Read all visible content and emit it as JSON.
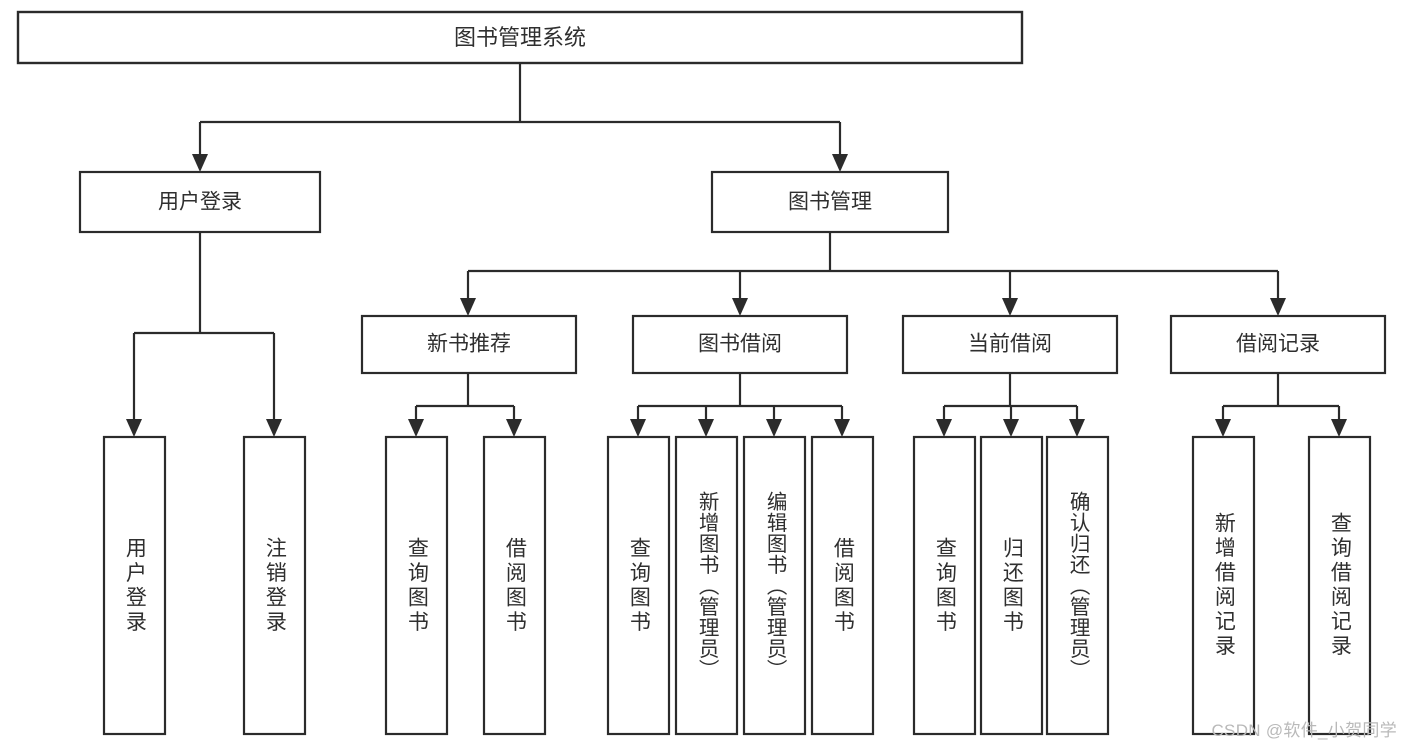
{
  "diagram": {
    "type": "tree",
    "title": "图书管理系统",
    "watermark": "CSDN @软件_小贺同学",
    "colors": {
      "background": "#ffffff",
      "stroke": "#2b2b2b",
      "text": "#2f2f2f",
      "watermark": "#b9b9b9"
    },
    "root": {
      "label": "图书管理系统"
    },
    "level2": [
      {
        "label": "用户登录"
      },
      {
        "label": "图书管理"
      }
    ],
    "level3": [
      {
        "label": "新书推荐"
      },
      {
        "label": "图书借阅"
      },
      {
        "label": "当前借阅"
      },
      {
        "label": "借阅记录"
      }
    ],
    "leaves": {
      "user_login": [
        {
          "label": "用户登录"
        },
        {
          "label": "注销登录"
        }
      ],
      "new_book_recommend": [
        {
          "label": "查询图书"
        },
        {
          "label": "借阅图书"
        }
      ],
      "book_borrow": [
        {
          "label": "查询图书"
        },
        {
          "label": "新增图书（管理员）"
        },
        {
          "label": "编辑图书（管理员）"
        },
        {
          "label": "借阅图书"
        }
      ],
      "current_borrow": [
        {
          "label": "查询图书"
        },
        {
          "label": "归还图书"
        },
        {
          "label": "确认归还（管理员）"
        }
      ],
      "borrow_record": [
        {
          "label": "新增借阅记录"
        },
        {
          "label": "查询借阅记录"
        }
      ]
    }
  }
}
